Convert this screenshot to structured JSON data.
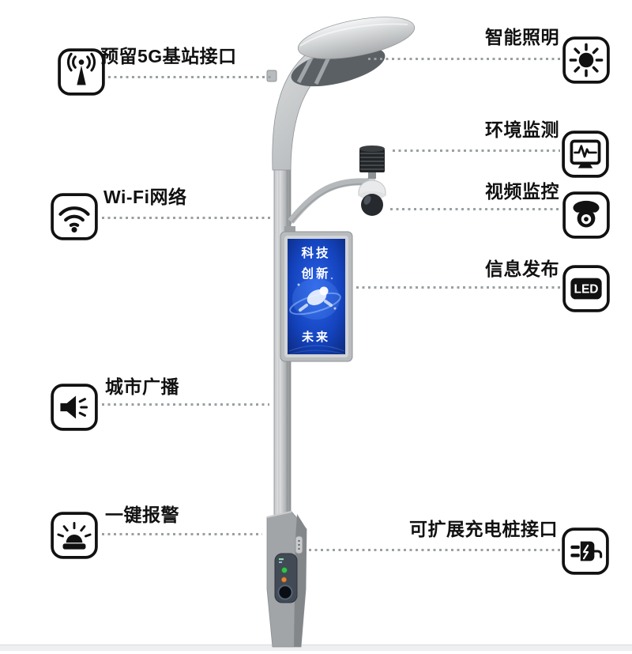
{
  "labels": {
    "left": [
      {
        "text": "预留5G基站接口",
        "icon": "antenna-5g-icon"
      },
      {
        "text": "Wi-Fi网络",
        "icon": "wifi-icon"
      },
      {
        "text": "城市广播",
        "icon": "speaker-icon"
      },
      {
        "text": "一键报警",
        "icon": "alarm-icon"
      }
    ],
    "right": [
      {
        "text": "智能照明",
        "icon": "sun-icon"
      },
      {
        "text": "环境监测",
        "icon": "monitor-icon"
      },
      {
        "text": "视频监控",
        "icon": "camera-icon"
      },
      {
        "text": "信息发布",
        "icon": "led-icon",
        "icon_label": "LED"
      },
      {
        "text": "可扩展充电桩接口",
        "icon": "plug-icon"
      }
    ]
  },
  "screen": {
    "line1": "科技",
    "line2": "创新",
    "line3": "未来"
  },
  "colors": {
    "label_text": "#111111",
    "icon_stroke": "#111111",
    "leader_dots": "#9aa0a3",
    "screen_blue": "#1443bd",
    "screen_blue_dark": "#0a2470",
    "pole_silver": "#b5b8ba",
    "status_green": "#37c24f",
    "status_orange": "#e2883a"
  }
}
